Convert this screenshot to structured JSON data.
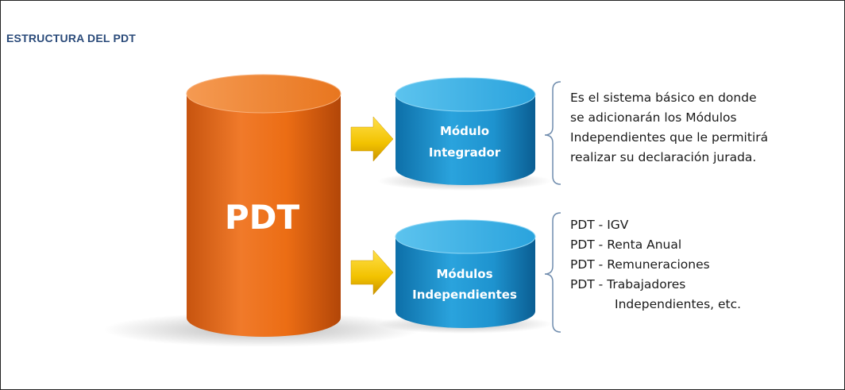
{
  "title": "ESTRUCTURA DEL PDT",
  "main_cylinder": {
    "label": "PDT",
    "color": "#e36412"
  },
  "modules": [
    {
      "line1": "Módulo",
      "line2": "Integrador"
    },
    {
      "line1": "Módulos",
      "line2": "Independientes"
    }
  ],
  "descriptions": {
    "integrador": [
      "Es el sistema básico en donde",
      "se adicionarán los Módulos",
      "Independientes que le permitirá",
      "realizar su declaración jurada."
    ],
    "independientes": [
      "PDT - IGV",
      "PDT - Renta Anual",
      "PDT  - Remuneraciones",
      "PDT  - Trabajadores",
      "Independientes, etc."
    ]
  },
  "colors": {
    "module_blue": "#1f9ad6",
    "arrow_yellow": "#f2c200",
    "title": "#2b4b7a"
  }
}
